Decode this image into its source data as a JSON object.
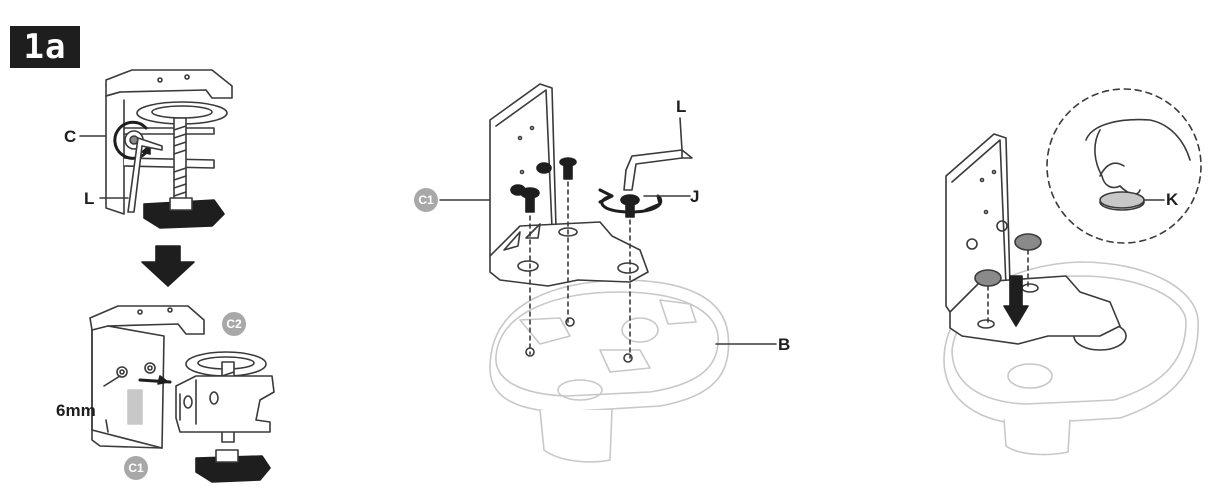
{
  "step": "1a",
  "colors": {
    "ink": "#1e1e1e",
    "line": "#3a3a3a",
    "light": "#c8c8c8",
    "badge_gray": "#a8a8a8",
    "pad_fill": "#8a8a8a"
  },
  "labels": {
    "clamp": "C",
    "allen_key_left": "L",
    "allen_size": "6mm",
    "clamp_part_1_left": "C1",
    "clamp_part_2": "C2",
    "clamp_part_1_center": "C1",
    "allen_key_center": "L",
    "screw": "J",
    "base": "B",
    "pad": "K"
  },
  "icons": [
    "down-arrow-icon",
    "rotate-arrow-icon",
    "rotate-arrow-icon",
    "down-arrow-icon"
  ]
}
